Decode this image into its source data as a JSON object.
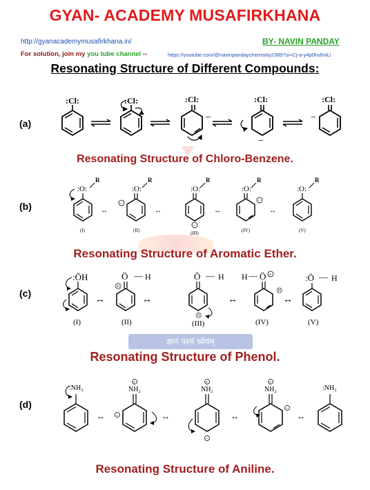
{
  "header": {
    "title": "GYAN- ACADEMY MUSAFIRKHANA",
    "website": "http://gyanacademymusafirkhana.in/",
    "author": "BY- NAVIN PANDAY",
    "join_prefix": "For solution, join my ",
    "join_channel": "you tube channel",
    "join_suffix": " --",
    "youtube_url": "https://youtube.com/@navinpandaychemistry2389?si=Cj-a-y4p0hsfmiLi"
  },
  "page_heading": "Resonating Structure of Different Compounds:",
  "watermark_text": "ज्ञानं परमं ध्येयम्",
  "colors": {
    "title_red": "#e01b1b",
    "caption_red": "#a01e1e",
    "link_blue": "#1f4fb0",
    "green": "#27a327"
  },
  "sections": [
    {
      "label": "(a)",
      "caption": "Resonating Structure of Chloro-Benzene.",
      "substituent": ":Cl:",
      "structures": [
        "",
        "",
        "",
        "",
        ""
      ]
    },
    {
      "label": "(b)",
      "caption": "Resonating Structure of Aromatic Ether.",
      "substituent": ":O:",
      "group": "R",
      "structures": [
        "(I)",
        "(II)",
        "(III)",
        "(IV)",
        "(V)"
      ]
    },
    {
      "label": "(c)",
      "caption": "Resonating Structure of Phenol.",
      "substituent": ":ÖH",
      "group": "H",
      "structures": [
        "(I)",
        "(II)",
        "(III)",
        "(IV)",
        "(V)"
      ]
    },
    {
      "label": "(d)",
      "caption": "Resonating Structure of Aniline.",
      "substituent": ":NH₂",
      "structures": [
        "",
        "",
        "",
        "",
        ""
      ]
    }
  ]
}
